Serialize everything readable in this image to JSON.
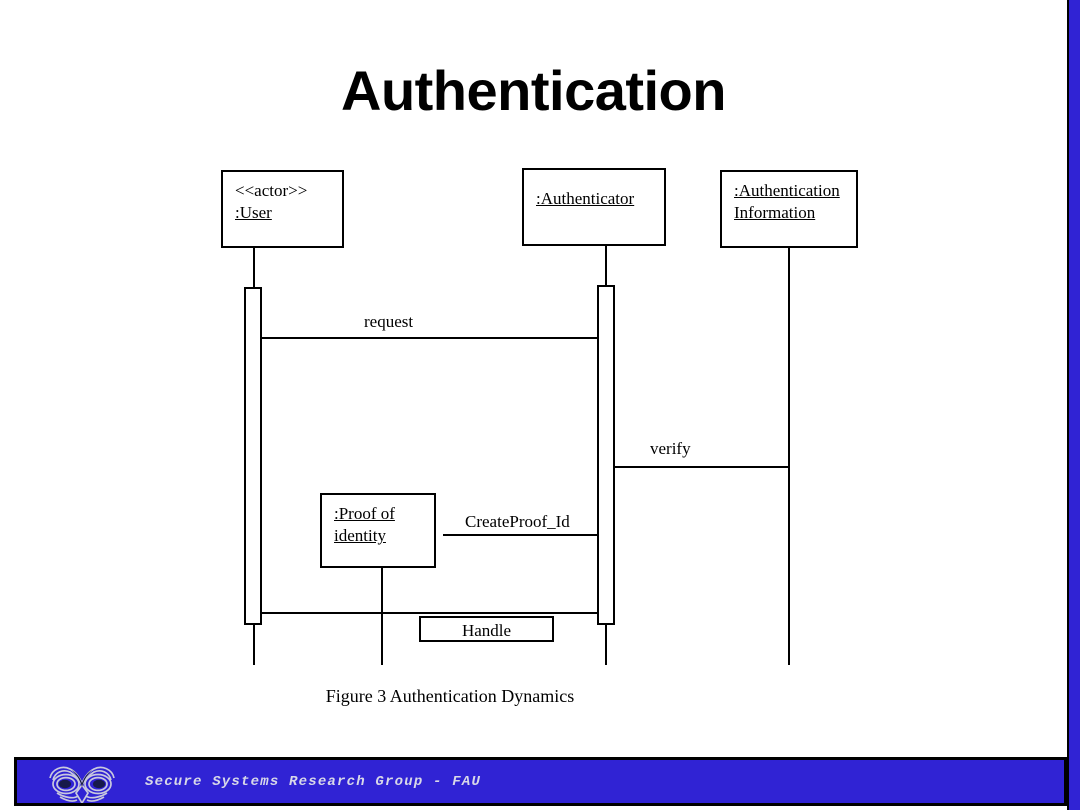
{
  "slide": {
    "title": "Authentication",
    "caption": "Figure 3 Authentication  Dynamics",
    "background_color": "#ffffff",
    "accent_color": "#3023d4"
  },
  "diagram": {
    "type": "uml-sequence-diagram",
    "lifelines": [
      {
        "id": "user",
        "stereotype": "<<actor>>",
        "name": " :User",
        "name_underlined": true,
        "stereotype_underlined": false,
        "has_activation": true
      },
      {
        "id": "authenticator",
        "stereotype": "",
        "name": ":Authenticator",
        "name_underlined": true,
        "has_activation": true
      },
      {
        "id": "authentication-information",
        "stereotype": "",
        "name_line1": ":Authentication",
        "name_line2": "Information",
        "name_underlined": true,
        "has_activation": false
      },
      {
        "id": "proof-of-identity",
        "stereotype": "",
        "name_line1": ":Proof of",
        "name_line2": "identity",
        "name_underlined": true,
        "has_activation": false,
        "created_during_sequence": true
      }
    ],
    "messages": [
      {
        "id": "request",
        "label": "request",
        "from": "user",
        "to": "authenticator",
        "direction": "right",
        "arrow": "single"
      },
      {
        "id": "verify",
        "label": "verify",
        "from": "authenticator",
        "to": "authentication-information",
        "direction": "both",
        "arrow": "double"
      },
      {
        "id": "createproof-id",
        "label": "CreateProof_Id",
        "from": "authenticator",
        "to": "proof-of-identity",
        "direction": "left",
        "arrow": "single"
      },
      {
        "id": "handle",
        "label": "Handle",
        "from": "authenticator",
        "to": "user",
        "direction": "left",
        "arrow": "single",
        "boxed_label": true
      }
    ]
  },
  "footer": {
    "text": "Secure Systems Research Group - FAU",
    "logo_name": "owl-logo"
  }
}
